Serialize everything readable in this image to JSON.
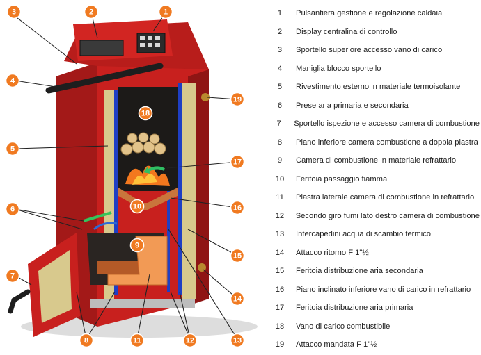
{
  "legend": [
    {
      "num": "1",
      "label": "Pulsantiera gestione e regolazione caldaia"
    },
    {
      "num": "2",
      "label": "Display centralina di controllo"
    },
    {
      "num": "3",
      "label": "Sportello superiore accesso vano di carico"
    },
    {
      "num": "4",
      "label": "Maniglia blocco sportello"
    },
    {
      "num": "5",
      "label": "Rivestimento esterno in materiale termoisolante"
    },
    {
      "num": "6",
      "label": "Prese aria primaria e secondaria"
    },
    {
      "num": "7",
      "label": "Sportello ispezione e accesso camera di combustione"
    },
    {
      "num": "8",
      "label": "Piano inferiore camera combustione a doppia piastra"
    },
    {
      "num": "9",
      "label": "Camera di combustione in materiale refrattario"
    },
    {
      "num": "10",
      "label": "Feritoia passaggio fiamma"
    },
    {
      "num": "11",
      "label": "Piastra laterale camera di combustione in refrattario"
    },
    {
      "num": "12",
      "label": "Secondo giro fumi lato destro camera di combustione"
    },
    {
      "num": "13",
      "label": "Intercapedini acqua di scambio termico"
    },
    {
      "num": "14",
      "label": "Attacco ritorno F 1\"½"
    },
    {
      "num": "15",
      "label": "Feritoia distribuzione aria secondaria"
    },
    {
      "num": "16",
      "label": "Piano inclinato inferiore vano di carico in refrattario"
    },
    {
      "num": "17",
      "label": "Feritoia distribuzione aria primaria"
    },
    {
      "num": "18",
      "label": "Vano di carico combustibile"
    },
    {
      "num": "19",
      "label": "Attacco mandata F 1\"½"
    }
  ],
  "colors": {
    "casing_red": "#c8201e",
    "casing_dark_red": "#8f1514",
    "callout_orange": "#f07a21",
    "water_jacket_blue": "#1f3fc4",
    "insulation_tan": "#d8c98d",
    "refractory_orange": "#f29a55",
    "firebox_dark": "#1c1a18"
  },
  "diagram": {
    "callouts": [
      {
        "id": "1"
      },
      {
        "id": "2"
      },
      {
        "id": "3"
      },
      {
        "id": "4"
      },
      {
        "id": "5"
      },
      {
        "id": "6"
      },
      {
        "id": "7"
      },
      {
        "id": "8"
      },
      {
        "id": "9"
      },
      {
        "id": "10"
      },
      {
        "id": "11"
      },
      {
        "id": "12"
      },
      {
        "id": "13"
      },
      {
        "id": "14"
      },
      {
        "id": "15"
      },
      {
        "id": "16"
      },
      {
        "id": "17"
      },
      {
        "id": "18"
      },
      {
        "id": "19"
      }
    ]
  }
}
